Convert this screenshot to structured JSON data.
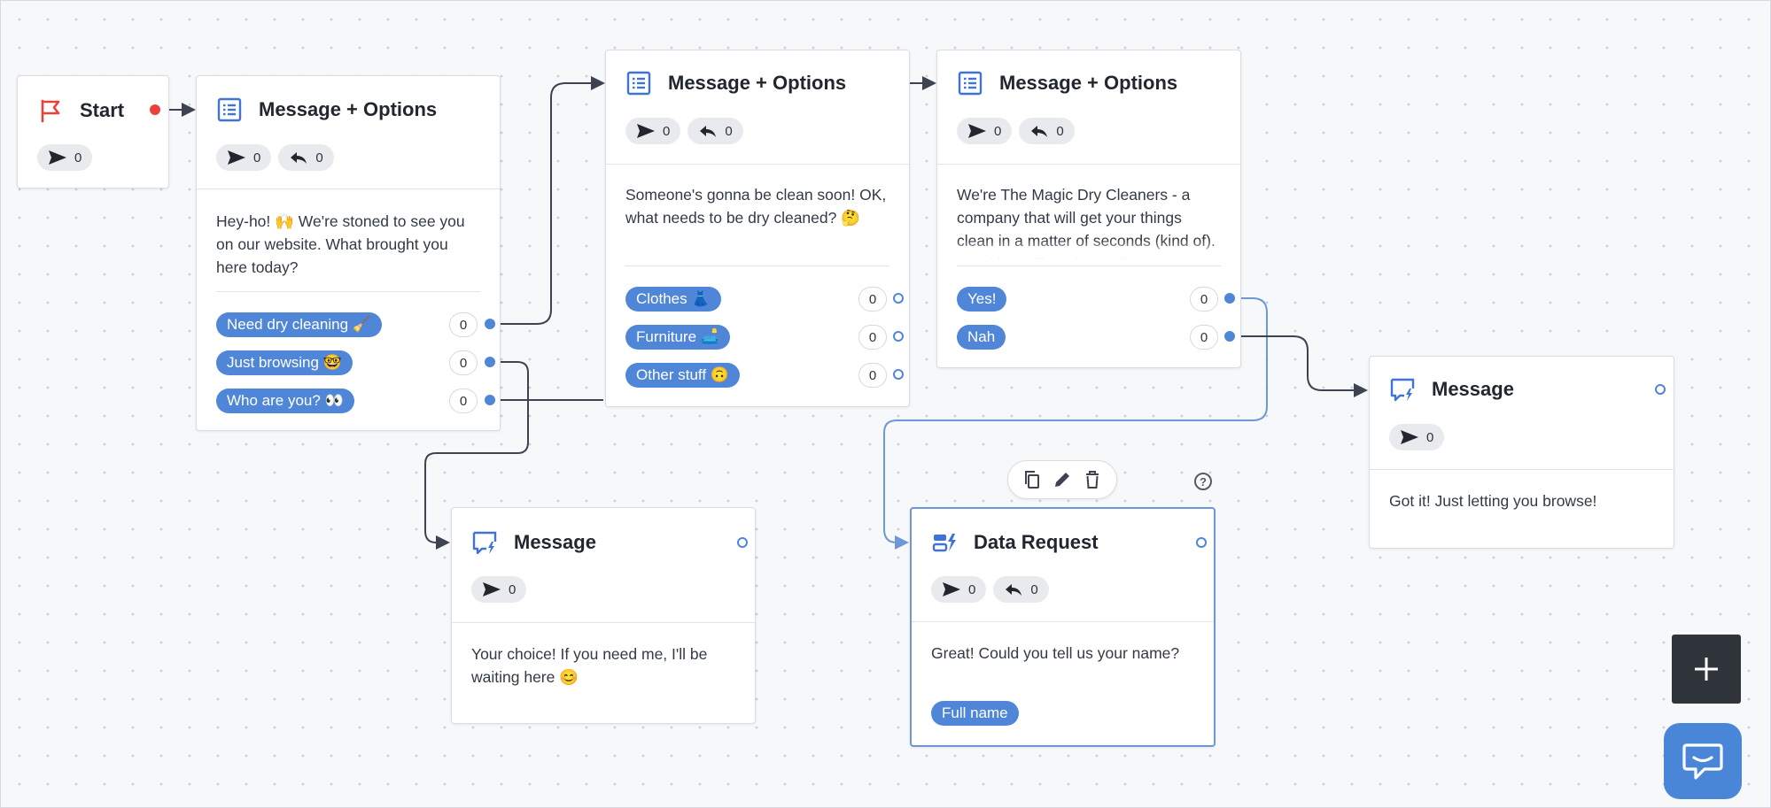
{
  "nodes": {
    "start": {
      "title": "Start",
      "sent": "0"
    },
    "mo1": {
      "title": "Message + Options",
      "sent": "0",
      "replies": "0",
      "text": "Hey-ho! 🙌 We're stoned to see you on our website. What brought you here today?",
      "options": [
        {
          "label": "Need dry cleaning 🧹",
          "count": "0"
        },
        {
          "label": "Just browsing 🤓",
          "count": "0"
        },
        {
          "label": "Who are you? 👀",
          "count": "0"
        }
      ]
    },
    "mo2": {
      "title": "Message + Options",
      "sent": "0",
      "replies": "0",
      "text": "Someone's gonna be clean soon! OK, what needs to be dry cleaned? 🤔",
      "options": [
        {
          "label": "Clothes 👗",
          "count": "0"
        },
        {
          "label": "Furniture 🛋️",
          "count": "0"
        },
        {
          "label": "Other stuff 🙃",
          "count": "0"
        }
      ]
    },
    "mo3": {
      "title": "Message + Options",
      "sent": "0",
      "replies": "0",
      "text": "We're The Magic Dry Cleaners - a company that will get your things clean in a matter of seconds (kind of). Would you like a live call?",
      "options": [
        {
          "label": "Yes!",
          "count": "0"
        },
        {
          "label": "Nah",
          "count": "0"
        }
      ]
    },
    "msg_browse": {
      "title": "Message",
      "sent": "0",
      "text": "Your choice! If you need me, I'll be waiting here 😊"
    },
    "data_request": {
      "title": "Data Request",
      "sent": "0",
      "replies": "0",
      "text": "Great! Could you tell us your name?",
      "field": "Full name"
    },
    "msg_right": {
      "title": "Message",
      "sent": "0",
      "text": "Got it! Just letting you browse!"
    }
  },
  "toolbar": {
    "help": "?"
  },
  "colors": {
    "accent": "#4f86d8",
    "start_flag": "#e8423a",
    "wire": "#3d4350",
    "wire_selected": "#6e97d8"
  },
  "icons": {
    "start": "flag-icon",
    "options": "list-icon",
    "message": "message-icon",
    "data_request": "data-request-icon",
    "send": "send-icon",
    "reply": "reply-icon",
    "copy": "copy-icon",
    "edit": "pencil-icon",
    "delete": "trash-icon",
    "add": "plus-icon",
    "chat": "chat-icon"
  }
}
